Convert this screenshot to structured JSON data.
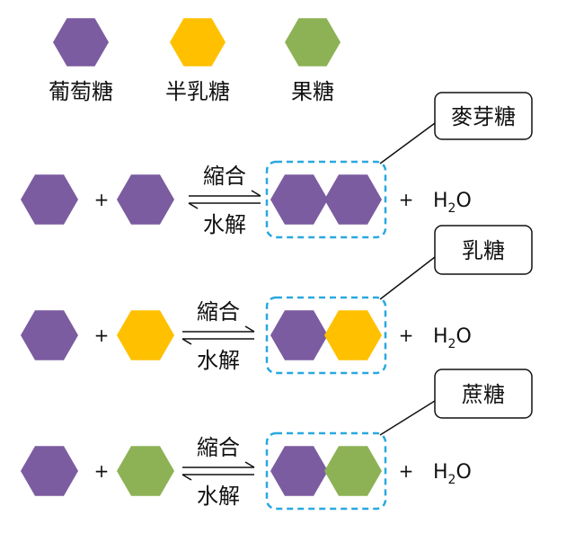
{
  "colors": {
    "glucose": "#7B5CA0",
    "galactose": "#FFC000",
    "fructose": "#8DB255",
    "dash_box": "#29A8E0"
  },
  "legend": [
    {
      "key": "glucose",
      "label": "葡萄糖"
    },
    {
      "key": "galactose",
      "label": "半乳糖"
    },
    {
      "key": "fructose",
      "label": "果糖"
    }
  ],
  "reactions": [
    {
      "left": "glucose",
      "right": "glucose",
      "product": "麥芽糖",
      "forward": "縮合",
      "reverse": "水解",
      "plus": "+",
      "water": "H",
      "water_sub": "2",
      "water_end": "O"
    },
    {
      "left": "glucose",
      "right": "galactose",
      "product": "乳糖",
      "forward": "縮合",
      "reverse": "水解",
      "plus": "+",
      "water": "H",
      "water_sub": "2",
      "water_end": "O"
    },
    {
      "left": "glucose",
      "right": "fructose",
      "product": "蔗糖",
      "forward": "縮合",
      "reverse": "水解",
      "plus": "+",
      "water": "H",
      "water_sub": "2",
      "water_end": "O"
    }
  ]
}
